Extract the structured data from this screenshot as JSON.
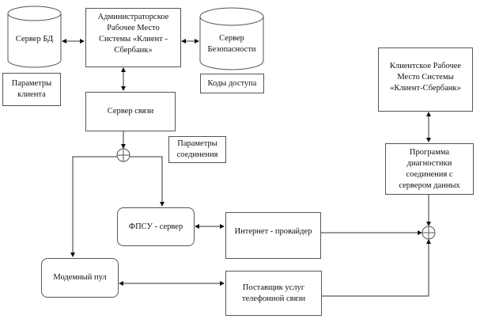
{
  "diagram": {
    "nodes": {
      "db_server": {
        "label": "Сервер БД",
        "shape": "cylinder"
      },
      "admin_workstation": {
        "label": "Администраторское\nРабочее Место\nСистемы «Клиент -\nСбербанк»",
        "shape": "rectangle"
      },
      "security_server": {
        "label": "Сервер\nБезопасности",
        "shape": "cylinder"
      },
      "client_params": {
        "label": "Параметры\nклиента",
        "shape": "rectangle"
      },
      "access_codes": {
        "label": "Коды доступа",
        "shape": "rectangle"
      },
      "comm_server": {
        "label": "Сервер связи",
        "shape": "rectangle"
      },
      "connection_params": {
        "label": "Параметры\nсоединения",
        "shape": "rectangle"
      },
      "fpsu_server": {
        "label": "ФПСУ - сервер",
        "shape": "rounded-rectangle"
      },
      "internet_provider": {
        "label": "Интернет - провайдер",
        "shape": "rectangle"
      },
      "modem_pool": {
        "label": "Модемный пул",
        "shape": "rounded-rectangle"
      },
      "phone_provider": {
        "label": "Поставщик услуг\nтелефонной связи",
        "shape": "rectangle"
      },
      "client_workstation": {
        "label": "Клиентское Рабочее\nМесто Системы\n«Клиент-Сбербанк»",
        "shape": "rectangle"
      },
      "diag_program": {
        "label": "Программа\nдиагностики\nсоединения с\nсервером данных",
        "shape": "rectangle"
      }
    },
    "edges": [
      {
        "from": "db_server",
        "to": "admin_workstation",
        "direction": "both"
      },
      {
        "from": "admin_workstation",
        "to": "security_server",
        "direction": "both"
      },
      {
        "from": "admin_workstation",
        "to": "comm_server",
        "direction": "both"
      },
      {
        "from": "comm_server",
        "to": "junction_left",
        "direction": "forward"
      },
      {
        "from": "junction_left",
        "to": "fpsu_server",
        "direction": "forward"
      },
      {
        "from": "junction_left",
        "to": "modem_pool",
        "direction": "forward"
      },
      {
        "from": "fpsu_server",
        "to": "internet_provider",
        "direction": "both"
      },
      {
        "from": "modem_pool",
        "to": "phone_provider",
        "direction": "both"
      },
      {
        "from": "internet_provider",
        "to": "junction_right",
        "direction": "forward"
      },
      {
        "from": "phone_provider",
        "to": "junction_right",
        "direction": "forward"
      },
      {
        "from": "diag_program",
        "to": "junction_right",
        "direction": "forward"
      },
      {
        "from": "client_workstation",
        "to": "diag_program",
        "direction": "both"
      }
    ],
    "junctions": [
      "junction_left",
      "junction_right"
    ]
  }
}
